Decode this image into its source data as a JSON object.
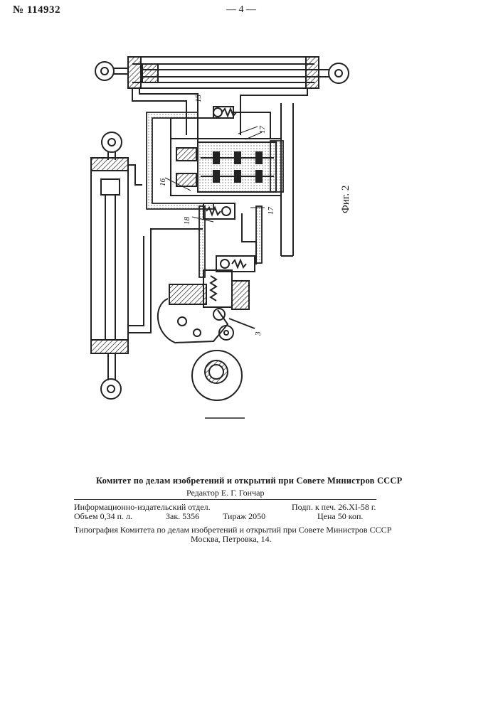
{
  "header": {
    "patent_number": "№ 114932",
    "page_number": "— 4 —"
  },
  "figure": {
    "label": "Фиг. 2",
    "callouts": [
      "15",
      "17",
      "16",
      "18",
      "17",
      "3"
    ]
  },
  "footer": {
    "committee": "Комитет по делам изобретений и открытий при Совете Министров СССР",
    "editor": "Редактор Е. Г. Гончар",
    "publisher": "Информационно-издательский отдел.",
    "signed": "Подп. к печ. 26.XI-58 г.",
    "volume": "Объем 0,34 п. л.",
    "order": "Зак. 5356",
    "circulation": "Тираж 2050",
    "price": "Цена 50 коп.",
    "printing": "Типография Комитета по делам изобретений и открытий при Совете Министров СССР",
    "address": "Москва, Петровка, 14."
  }
}
